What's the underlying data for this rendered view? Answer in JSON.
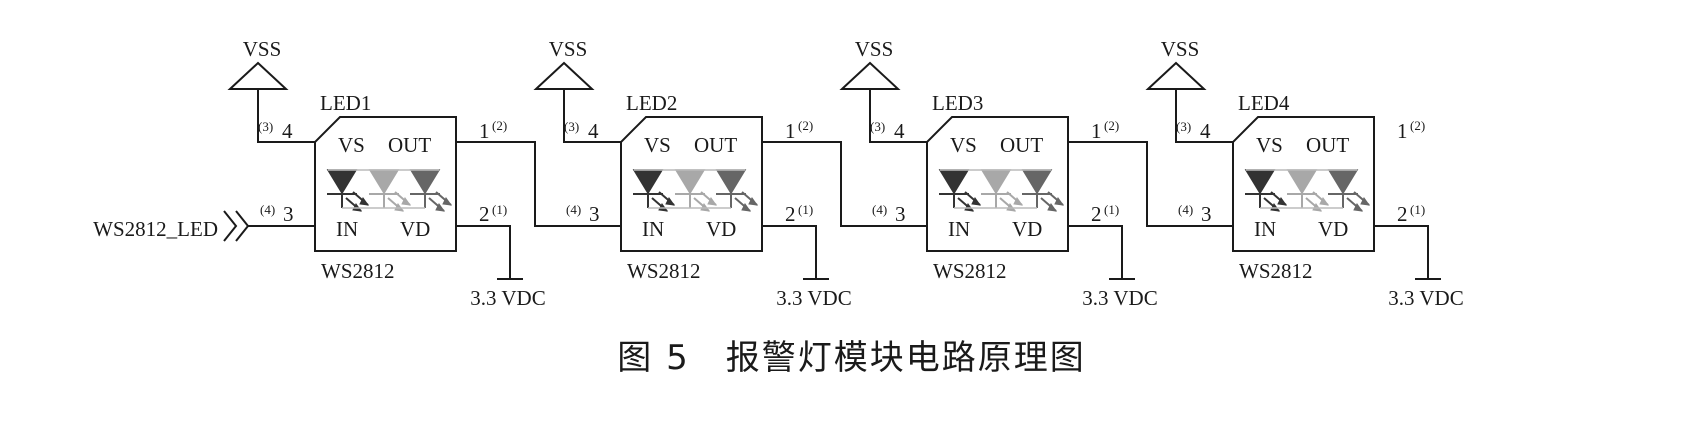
{
  "caption": "图 5　报警灯模块电路原理图",
  "input_label": "WS2812_LED",
  "ground_label": "VSS",
  "supply_label": "3.3 VDC",
  "pin_labels": {
    "vs": "VS",
    "out": "OUT",
    "in": "IN",
    "vd": "VD"
  },
  "pins": {
    "vs": {
      "num": "4",
      "sub": "(3)"
    },
    "dout": {
      "num": "1",
      "sub": "(2)"
    },
    "din": {
      "num": "3",
      "sub": "(4)"
    },
    "vdd": {
      "num": "2",
      "sub": "(1)"
    }
  },
  "leds": [
    {
      "designator": "LED1",
      "part": "WS2812"
    },
    {
      "designator": "LED2",
      "part": "WS2812"
    },
    {
      "designator": "LED3",
      "part": "WS2812"
    },
    {
      "designator": "LED4",
      "part": "WS2812"
    }
  ],
  "diode_colors": [
    "#333333",
    "#a8a8a8",
    "#666666"
  ]
}
